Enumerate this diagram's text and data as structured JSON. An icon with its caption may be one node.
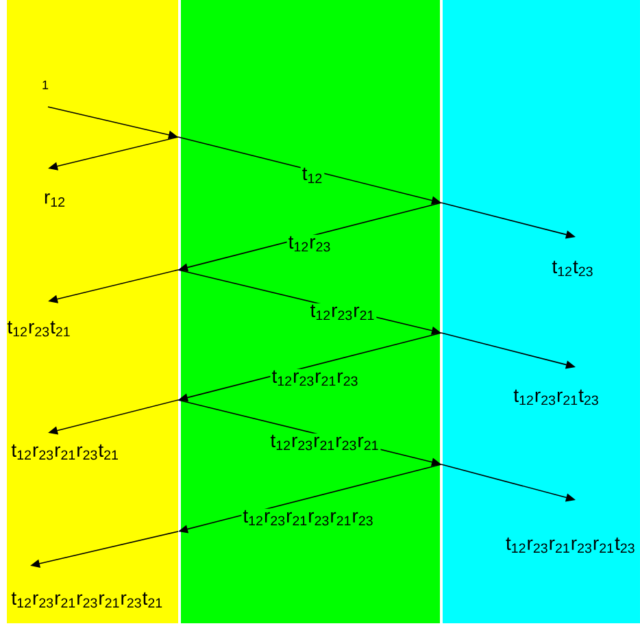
{
  "diagram": {
    "labels": [
      "1",
      "r$_{12}$",
      "t$_{12}$",
      "t$_{12}$t$_{23}$",
      "t$_{12}$r$_{23}$",
      "t$_{12}$r$_{23}$t$_{21}$",
      "t$_{12}$r$_{23}$r$_{21}$",
      "t$_{12}$r$_{23}$r$_{21}$t$_{23}$",
      "t$_{12}$r$_{23}$r$_{21}$r$_{23}$",
      "t$_{12}$r$_{23}$r$_{21}$r$_{23}$t$_{21}$",
      "t$_{12}$r$_{23}$r$_{21}$r$_{23}$r$_{21}$",
      "t$_{12}$r$_{23}$r$_{21}$r$_{23}$r$_{21}$t$_{23}$",
      "t$_{12}$r$_{23}$r$_{21}$r$_{23}$r$_{21}$r$_{23}$",
      "t$_{12}$r$_{23}$r$_{21}$r$_{23}$r$_{21}$r$_{23}$t$_{21}$"
    ]
  }
}
